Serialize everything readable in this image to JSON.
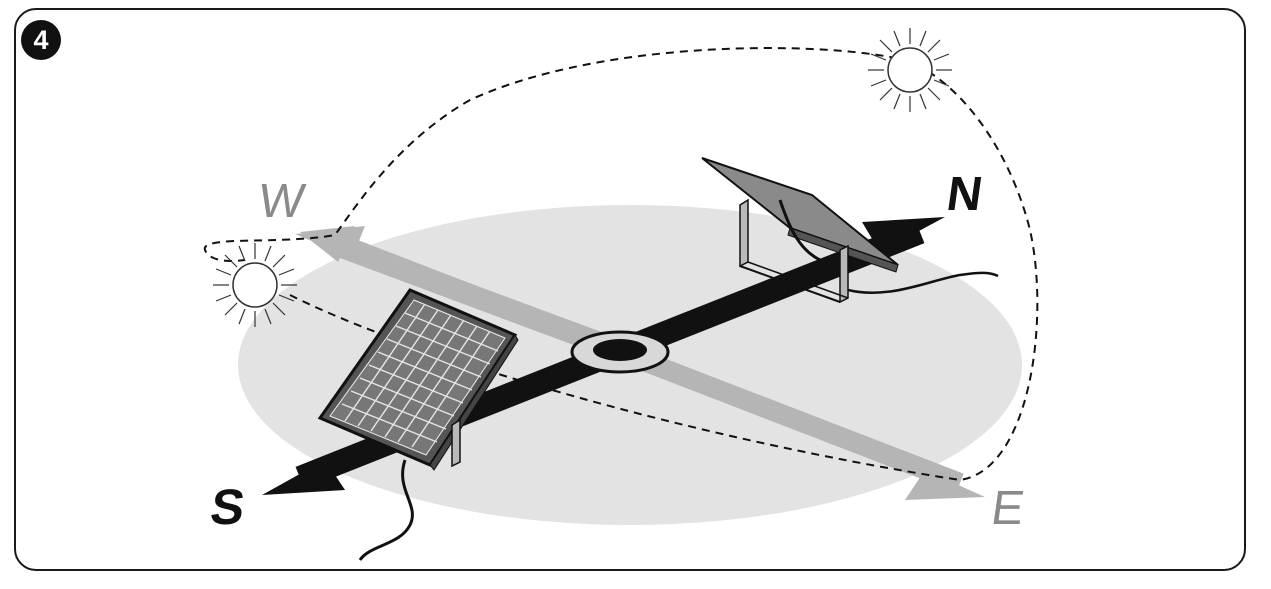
{
  "figure": {
    "number": "4"
  },
  "compass": {
    "north": "N",
    "south": "S",
    "east": "E",
    "west": "W"
  },
  "colors": {
    "ground_ellipse": "#e3e3e3",
    "ns_axis": "#111111",
    "ew_axis": "#b5b5b5",
    "we_label": "#8a8a8a",
    "ns_label": "#111111",
    "frame": "#1a1a1a"
  },
  "icons": [
    "sun-icon-rising",
    "sun-icon-noon",
    "solar-panel-front",
    "solar-panel-back"
  ]
}
